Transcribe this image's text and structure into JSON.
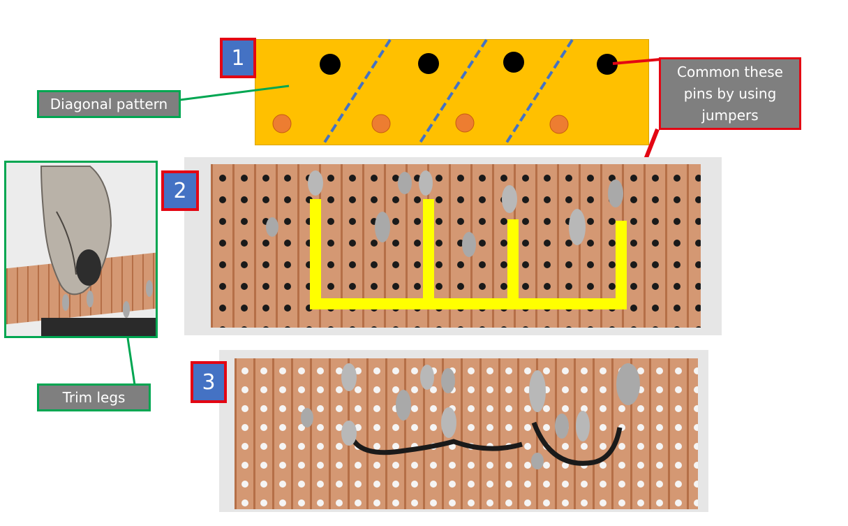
{
  "steps": {
    "one": "1",
    "two": "2",
    "three": "3"
  },
  "labels": {
    "diagonal": "Diagonal pattern",
    "common": "Common these pins by using jumpers",
    "trim": "Trim legs"
  },
  "colors": {
    "board_yellow": "#ffc000",
    "copper": "#c88a5f",
    "jumper_highlight": "#ffff00",
    "callout_red": "#e30613",
    "callout_green": "#00a651",
    "label_gray": "#7f7f7f",
    "step_blue": "#4472c4",
    "diagonal_line": "#4472c4"
  }
}
